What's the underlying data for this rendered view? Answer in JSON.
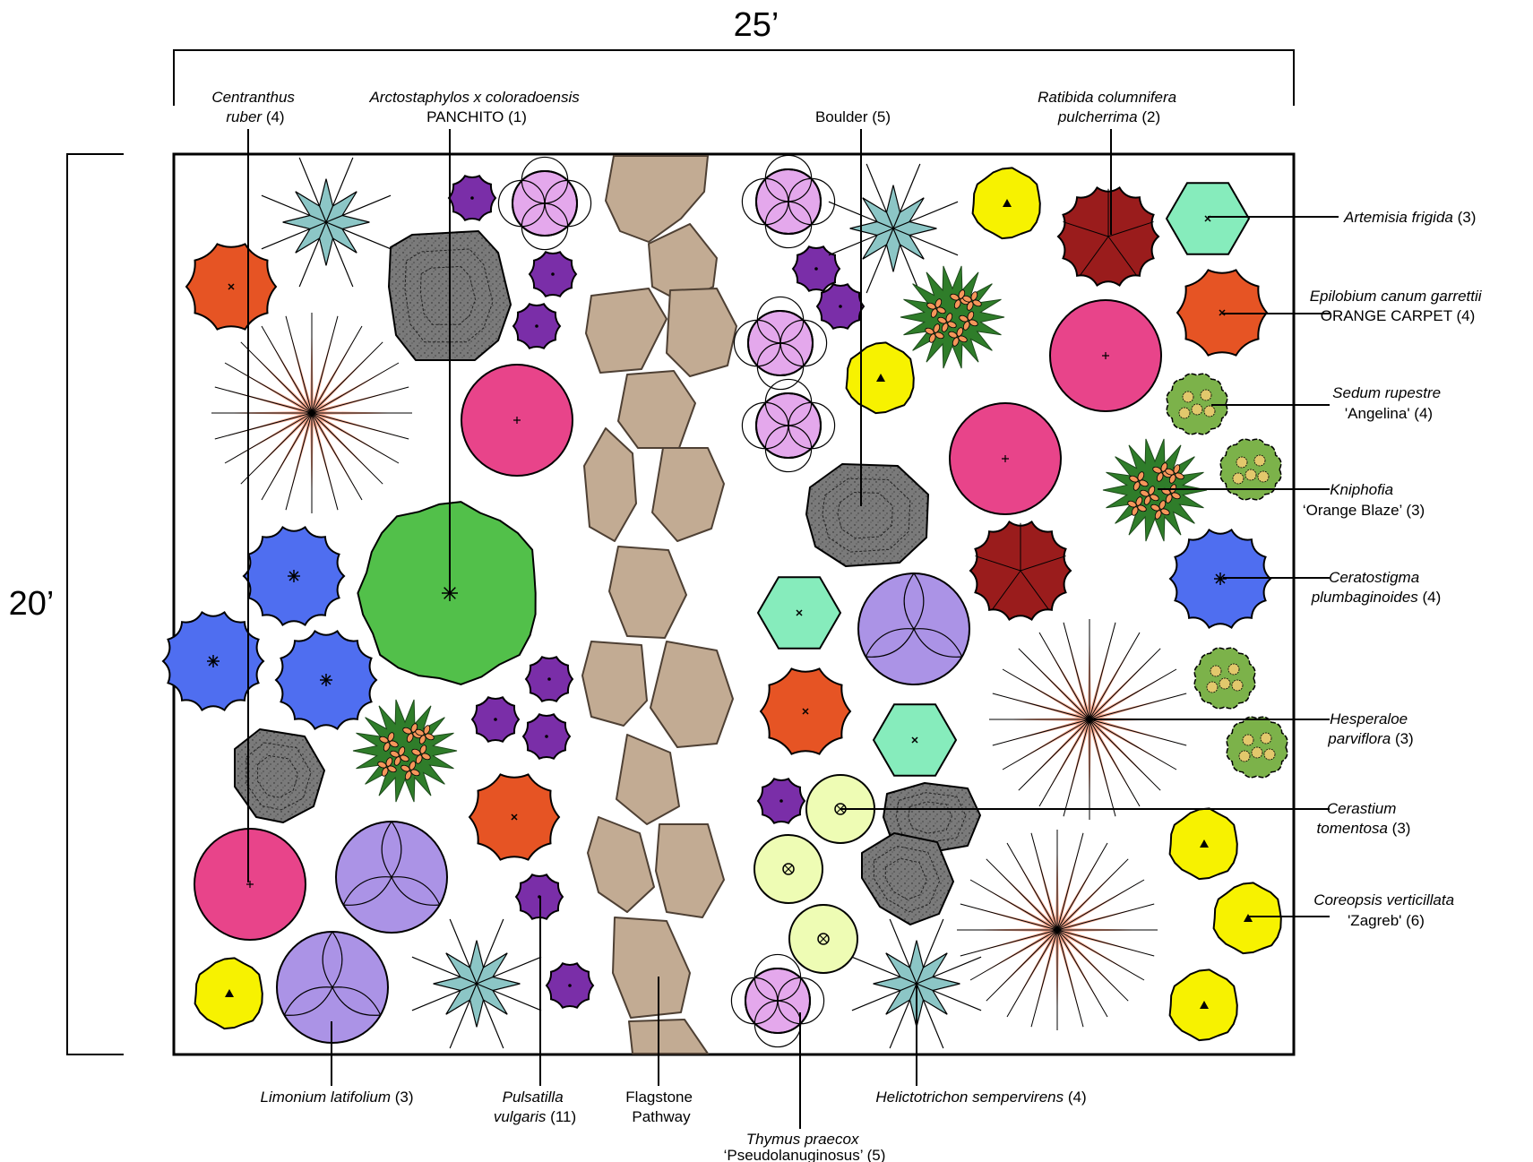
{
  "title": "",
  "dimensions": {
    "width": "25’",
    "height": "20’"
  },
  "labels": {
    "centranthus": {
      "line1": "Centranthus",
      "line2": "ruber",
      "qty": "(4)"
    },
    "arctostaphylos": {
      "line1": "Arctostaphylos x coloradoensis",
      "line2": "PANCHITO (1)"
    },
    "boulder": {
      "line1": "Boulder (5)"
    },
    "ratibida": {
      "line1": "Ratibida columnifera",
      "line2": "pulcherrima",
      "qty": "(2)"
    },
    "artemisia": {
      "line1": "Artemisia frigida",
      "qty": "(3)"
    },
    "epilobium": {
      "line1": "Epilobium canum garrettii",
      "line2": "ORANGE CARPET (4)"
    },
    "sedum": {
      "line1": "Sedum rupestre",
      "line2": "'Angelina' (4)"
    },
    "kniphofia": {
      "line1": "Kniphofia",
      "line2": "‘Orange Blaze’ (3)"
    },
    "ceratostigma": {
      "line1": "Ceratostigma",
      "line2": "plumbaginoides",
      "qty": "(4)"
    },
    "hesperaloe": {
      "line1": "Hesperaloe",
      "line2": "parviflora",
      "qty": "(3)"
    },
    "cerastium": {
      "line1": "Cerastium",
      "line2": "tomentosa",
      "qty": "(3)"
    },
    "coreopsis": {
      "line1": "Coreopsis verticillata",
      "line2": "'Zagreb' (6)"
    },
    "limonium": {
      "line1": "Limonium latifolium",
      "qty": "(3)"
    },
    "pulsatilla": {
      "line1": "Pulsatilla",
      "line2": "vulgaris",
      "qty": "(11)"
    },
    "flagstone": {
      "line1": "Flagstone",
      "line2": "Pathway"
    },
    "thymus": {
      "line1": "Thymus praecox",
      "line2": "‘Pseudolanuginosus’ (5)"
    },
    "helictotrichon": {
      "line1": "Helictotrichon sempervirens",
      "qty": "(4)"
    }
  },
  "colors": {
    "centranthus": "#e8448a",
    "limonium": "#ab93e6",
    "pulsatilla": "#7a2ea8",
    "thymus": "#e4a8ec",
    "ceratostigma": "#4f6ef0",
    "epilobium": "#e65424",
    "coreopsis": "#f7f200",
    "ratibida": "#9a1c1c",
    "artemisia": "#86ecbc",
    "helictotrichon": "#8cc6c6",
    "hesperaloe": "#f2a48a",
    "sedum": "#7cb24a",
    "kniphofia_leaf": "#2f7d2a",
    "kniphofia_flower": "#f4965a",
    "cerastium": "#eefcb4",
    "arctostaphylos": "#52c04a",
    "boulder": "#7a7a7a",
    "flagstone": "#c2ab93"
  },
  "icons": [
    "star-burst-icon",
    "spiky-circle-icon",
    "petal-circle-icon",
    "hexagon-icon",
    "boulder-icon"
  ]
}
